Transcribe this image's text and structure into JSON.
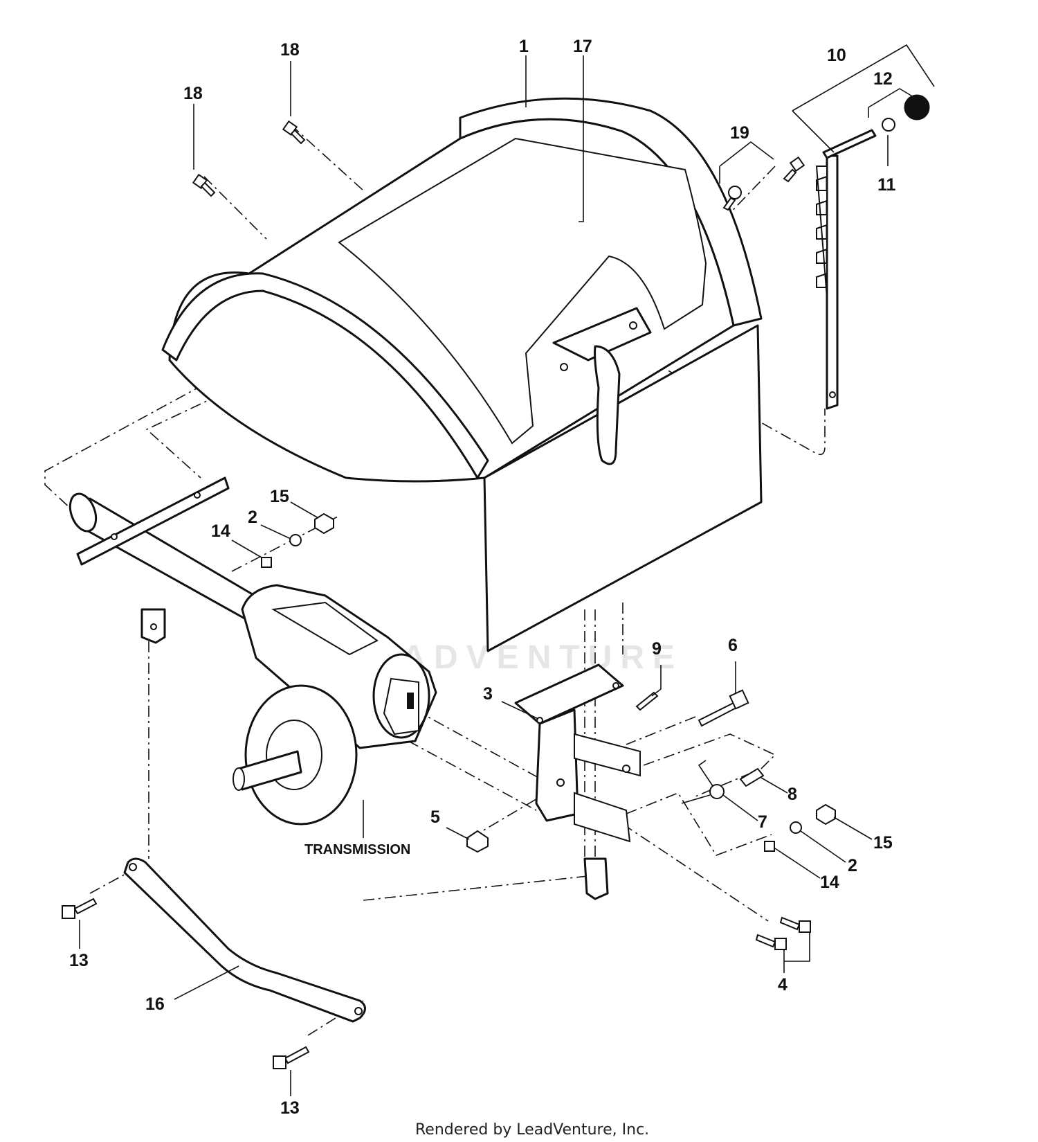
{
  "callouts": [
    {
      "id": "c1",
      "text": "1"
    },
    {
      "id": "c17",
      "text": "17"
    },
    {
      "id": "c18a",
      "text": "18"
    },
    {
      "id": "c18b",
      "text": "18"
    },
    {
      "id": "c19",
      "text": "19"
    },
    {
      "id": "c10",
      "text": "10"
    },
    {
      "id": "c12",
      "text": "12"
    },
    {
      "id": "c11",
      "text": "11"
    },
    {
      "id": "c15a",
      "text": "15"
    },
    {
      "id": "c2a",
      "text": "2"
    },
    {
      "id": "c14a",
      "text": "14"
    },
    {
      "id": "c9",
      "text": "9"
    },
    {
      "id": "c6",
      "text": "6"
    },
    {
      "id": "c3",
      "text": "3"
    },
    {
      "id": "c8",
      "text": "8"
    },
    {
      "id": "c7",
      "text": "7"
    },
    {
      "id": "c5",
      "text": "5"
    },
    {
      "id": "c15b",
      "text": "15"
    },
    {
      "id": "c2b",
      "text": "2"
    },
    {
      "id": "c14b",
      "text": "14"
    },
    {
      "id": "c13a",
      "text": "13"
    },
    {
      "id": "c16",
      "text": "16"
    },
    {
      "id": "c4",
      "text": "4"
    },
    {
      "id": "c13b",
      "text": "13"
    }
  ],
  "labels": {
    "transmission": "TRANSMISSION"
  },
  "footer": {
    "text": "Rendered by LeadVenture, Inc."
  },
  "watermark": {
    "text": "LEADVENTURE"
  }
}
